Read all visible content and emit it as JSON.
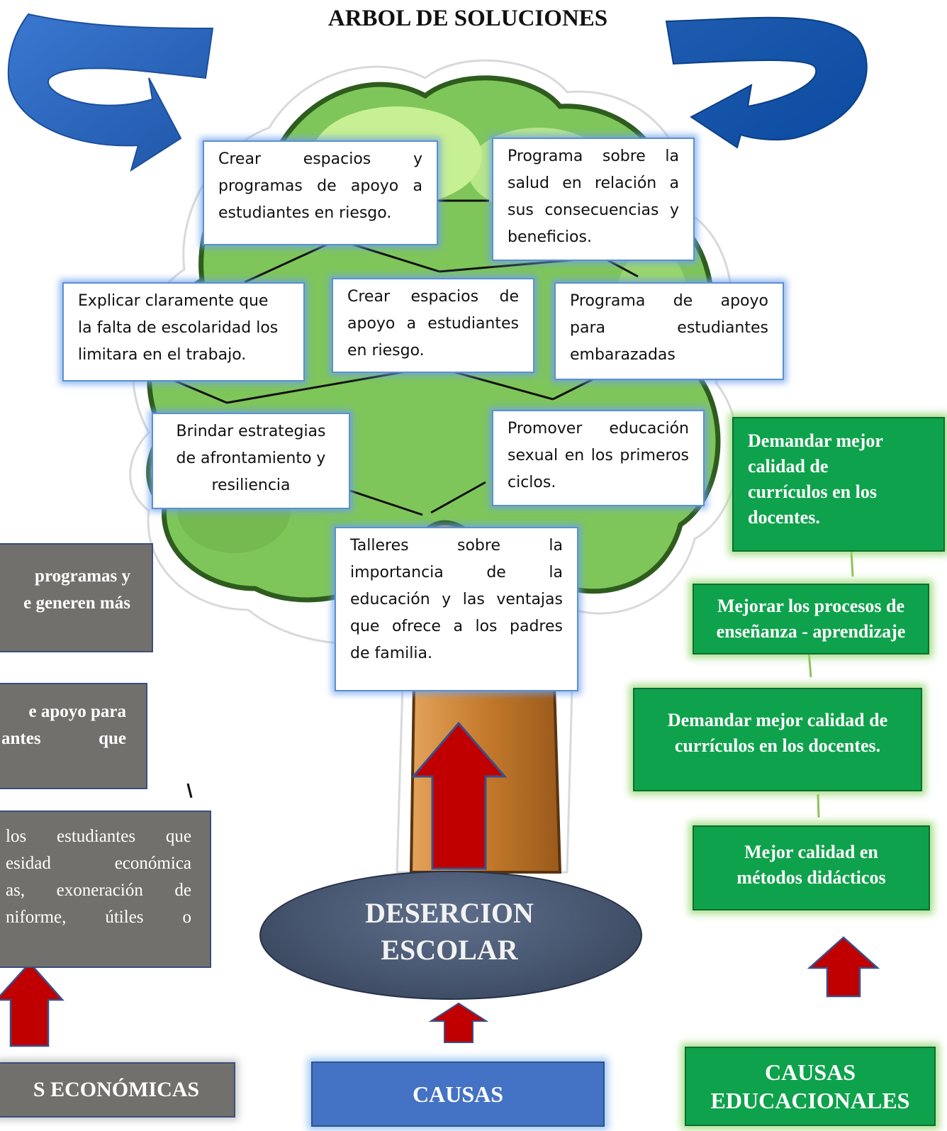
{
  "title": "ARBOL DE SOLUCIONES",
  "tree_boxes": {
    "crear_programas": [
      "Crear espacios y",
      "programas de apoyo a",
      "estudiantes en riesgo."
    ],
    "programa_salud": [
      "Programa sobre la",
      "salud en relación a",
      "sus consecuencias y",
      "beneficios."
    ],
    "explicar": [
      "Explicar claramente que",
      "la falta de escolaridad los",
      "limitara en el trabajo."
    ],
    "crear_espacios": [
      "Crear espacios de",
      "apoyo a estudiantes",
      "en riesgo."
    ],
    "embarazadas": [
      "Programa de apoyo",
      "para estudiantes",
      "embarazadas"
    ],
    "estrategias": [
      "Brindar estrategias",
      "de afrontamiento y",
      "resiliencia"
    ],
    "educacion_sexual": [
      "Promover educación",
      "sexual en los primeros",
      "ciclos."
    ],
    "talleres": [
      "Talleres sobre la",
      "importancia de la",
      "educación y las ventajas",
      "que ofrece a los padres",
      "de familia."
    ]
  },
  "green_boxes": {
    "g1": [
      "Demandar mejor",
      "calidad de",
      "currículos en los",
      "docentes."
    ],
    "g2": [
      "Mejorar los procesos de",
      "enseñanza - aprendizaje"
    ],
    "g3": [
      "Demandar mejor calidad de",
      "currículos en los docentes."
    ],
    "g4": [
      "Mejor calidad en",
      "métodos didácticos"
    ]
  },
  "gray_boxes": {
    "b1": [
      "programas y",
      "e generen más"
    ],
    "b2": [
      "e apoyo para",
      "antes que"
    ],
    "b3": [
      "los estudiantes que",
      "esidad económica",
      "as, exoneración de",
      "niforme, útiles o"
    ]
  },
  "center": {
    "ellipse": [
      "DESERCION",
      "ESCOLAR"
    ]
  },
  "bottom": {
    "left": "S ECONÓMICAS",
    "center": "CAUSAS",
    "right": [
      "CAUSAS",
      "EDUCACIONALES"
    ]
  },
  "colors": {
    "leaf_dark": "#2e5c1e",
    "leaf_light": "#7fc65a",
    "leaf_highlight": "#c7ef93",
    "trunk": "#c47a2c",
    "arrow_blue": "#2f6fc2",
    "arrow_red": "#c00000",
    "green_box": "#0fa24c",
    "gray_box": "#72706c",
    "blue_box": "#4472c4"
  }
}
